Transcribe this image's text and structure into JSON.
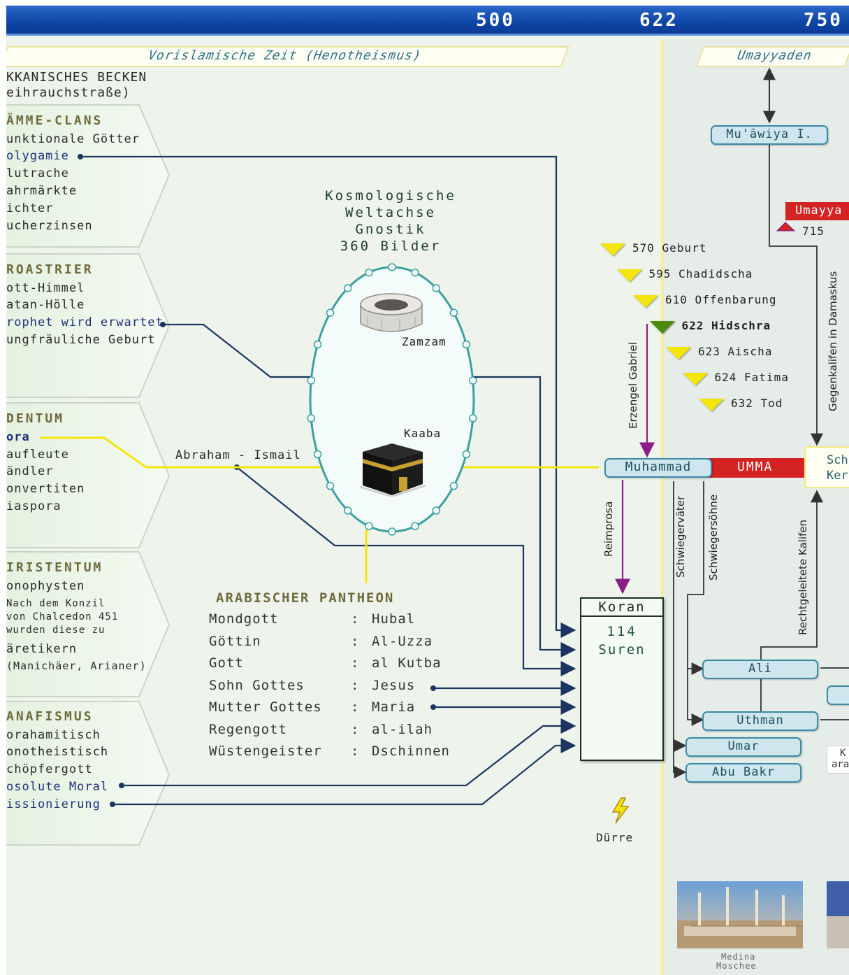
{
  "timeline": {
    "years": [
      "500",
      "622",
      "750"
    ]
  },
  "periods": {
    "preislamic": "Vorislamische Zeit (Henotheismus)",
    "umayyads": "Umayyaden"
  },
  "region": {
    "line1": "KKANISCHES BECKEN",
    "line2": "eihrauchstraße)"
  },
  "panels": [
    {
      "header": "ÄMME-CLANS",
      "items": [
        "unktionale Götter",
        "olygamie",
        "lutrache",
        "ahrmärkte",
        "ichter",
        "ucherzinsen"
      ]
    },
    {
      "header": "ROASTRIER",
      "items": [
        "ott-Himmel",
        "atan-Hölle",
        "rophet wird erwartet",
        "ungfräuliche Geburt"
      ]
    },
    {
      "header": "DENTUM",
      "items": [
        "ora",
        "aufleute",
        "ändler",
        "onvertiten",
        "iaspora"
      ]
    },
    {
      "header": "IRISTENTUM",
      "items": [
        "onophysten",
        "Nach dem Konzil",
        "von Chalcedon 451",
        "wurden diese zu",
        "äretikern",
        "(Manichäer, Arianer)"
      ]
    },
    {
      "header": "ANAFISMUS",
      "items": [
        "orahamitisch",
        "onotheistisch",
        "chöpfergott",
        "osolute Moral",
        "issionierung"
      ]
    }
  ],
  "cosmology": {
    "lines": [
      "Kosmologische",
      "Weltachse",
      "Gnostik",
      "360 Bilder"
    ],
    "zamzam": "Zamzam",
    "kaaba": "Kaaba"
  },
  "abraham": "Abraham - Ismail",
  "pantheon": {
    "title": "ARABISCHER PANTHEON",
    "rows": [
      {
        "left": "Mondgott",
        "sep": ":",
        "right": "Hubal"
      },
      {
        "left": "Göttin",
        "sep": ":",
        "right": "Al-Uzza"
      },
      {
        "left": "Gott",
        "sep": ":",
        "right": "al Kutba"
      },
      {
        "left": "Sohn Gottes",
        "sep": ":",
        "right": "Jesus"
      },
      {
        "left": "Mutter Gottes",
        "sep": ":",
        "right": "Maria"
      },
      {
        "left": "Regengott",
        "sep": ":",
        "right": "al-ilah"
      },
      {
        "left": "Wüstengeister",
        "sep": ":",
        "right": "Dschinnen"
      }
    ]
  },
  "events": [
    {
      "label": "570 Geburt",
      "highlight": false
    },
    {
      "label": "595 Chadidscha",
      "highlight": false
    },
    {
      "label": "610 Offenbarung",
      "highlight": false
    },
    {
      "label": "622 Hidschra",
      "highlight": true
    },
    {
      "label": "623 Aischa",
      "highlight": false
    },
    {
      "label": "624 Fatima",
      "highlight": false
    },
    {
      "label": "632 Tod",
      "highlight": false
    }
  ],
  "muhammad": "Muhammad",
  "umma": "UMMA",
  "koran": {
    "title": "Koran",
    "count": "114",
    "unit": "Suren"
  },
  "vertical_labels": {
    "gabriel": "Erzengel Gabriel",
    "reimprosa": "Reimprosa",
    "schwiegervaeter": "Schwiegerväter",
    "schwiegersoehne": "Schwiegersöhne",
    "rechtgeleitete": "Rechtgeleitete Kalifen",
    "gegenkalifen": "Gegenkalifen in Damaskus"
  },
  "caliphs": [
    "Ali",
    "Uthman",
    "Umar",
    "Abu Bakr"
  ],
  "muawiya": "Mu'āwiya I.",
  "umayya_box": "Umayya",
  "year715": "715",
  "sch_box": {
    "line1": "Sch",
    "line2": "Ker"
  },
  "k_box": {
    "line1": "K",
    "line2": "ara"
  },
  "duerre": "Dürre",
  "medina": {
    "line1": "Medina",
    "line2": "Moschee"
  },
  "colors": {
    "topbar": "#0e45a6",
    "yellow_arrow": "#f4e60a",
    "navy_line": "#1b3560",
    "umma_red": "#d42323",
    "purple": "#8a1d86",
    "panel_fill": "#eef7ec"
  }
}
